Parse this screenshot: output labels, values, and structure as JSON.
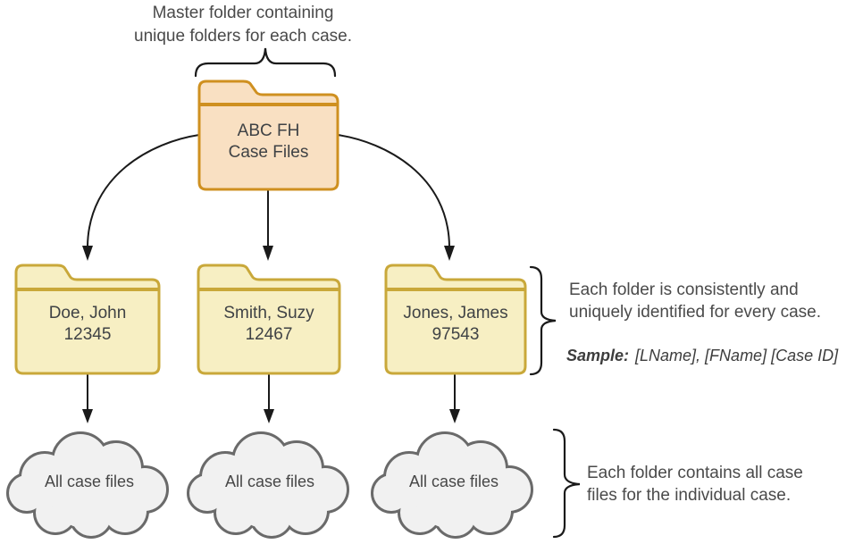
{
  "colors": {
    "line": "#1a1a1a",
    "text": "#4a4a4a",
    "master_folder_fill": "#f9e0c2",
    "master_folder_border": "#cf9020",
    "case_folder_fill": "#f7efc3",
    "case_folder_border": "#c9a83a",
    "cloud_fill": "#f1f1f1",
    "cloud_border": "#6a6a6a"
  },
  "annotations": {
    "top": {
      "line1": "Master folder containing",
      "line2": "unique folders for each case."
    },
    "identity_note": {
      "line1": "Each folder is consistently and",
      "line2": "uniquely identified for every case.",
      "sample_label": "Sample:",
      "sample_text": "[LName], [FName] [Case ID]"
    },
    "contents_note": {
      "line1": "Each folder contains all case",
      "line2": "files for the individual case."
    }
  },
  "master_folder": {
    "line1": "ABC FH",
    "line2": "Case Files"
  },
  "case_folders": [
    {
      "line1": "Doe, John",
      "line2": "12345"
    },
    {
      "line1": "Smith, Suzy",
      "line2": "12467"
    },
    {
      "line1": "Jones, James",
      "line2": "97543"
    }
  ],
  "clouds": [
    {
      "label": "All case files"
    },
    {
      "label": "All case files"
    },
    {
      "label": "All case files"
    }
  ]
}
